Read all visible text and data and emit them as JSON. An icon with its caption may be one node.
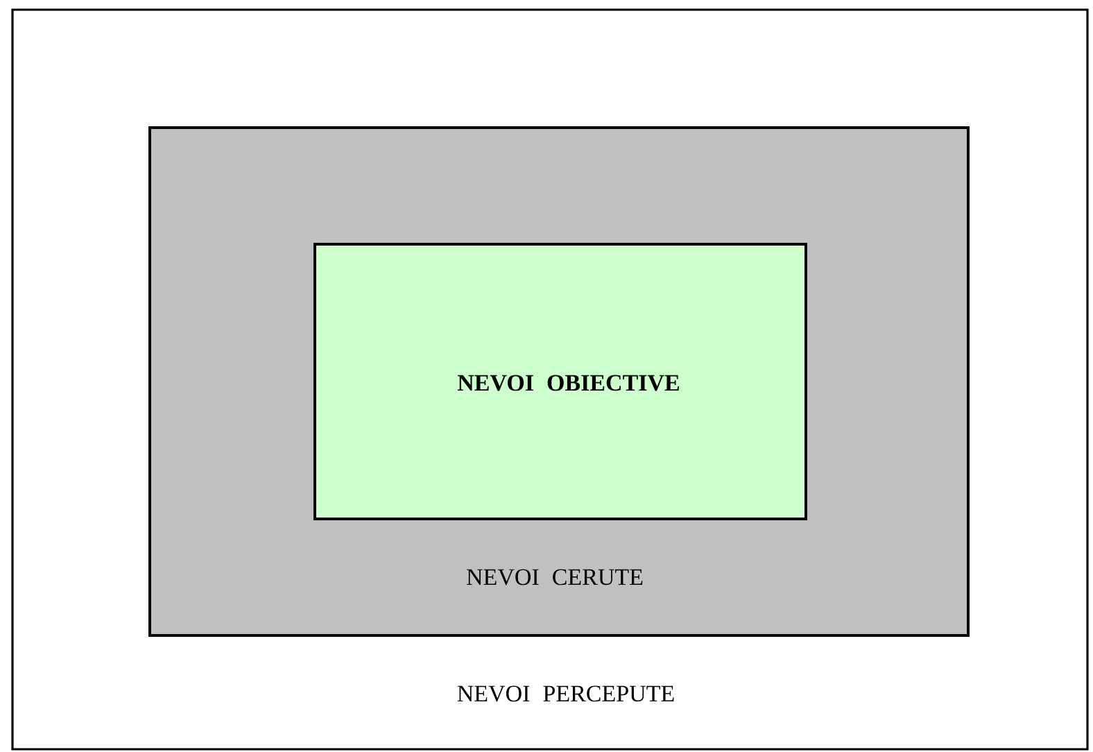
{
  "diagram": {
    "nodes": [
      {
        "text": [
          "NEVOI PERCEPUTE"
        ]
      },
      {
        "text": [
          "NEVOI CERUTE"
        ],
        "in": 0
      },
      {
        "text": [
          "NEVOI OBIECTIVE"
        ],
        "in": 1
      }
    ]
  }
}
